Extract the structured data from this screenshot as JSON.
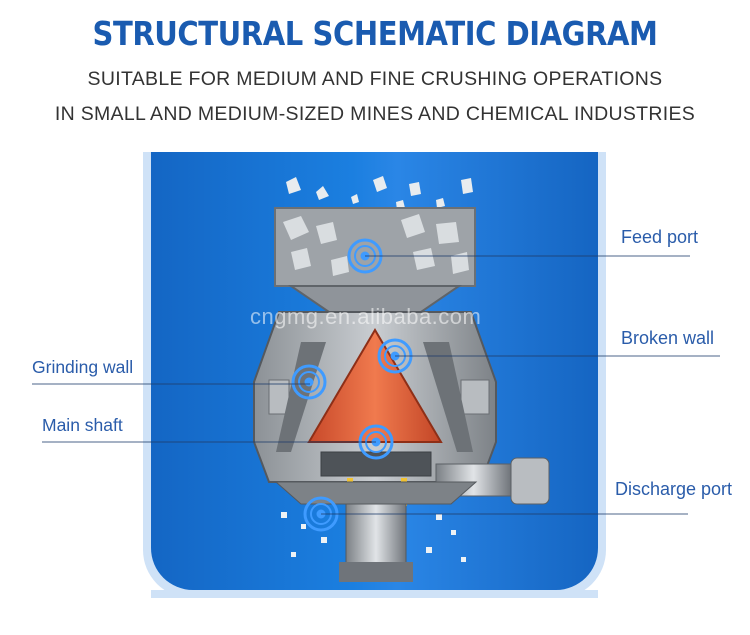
{
  "header": {
    "title": "STRUCTURAL SCHEMATIC DIAGRAM",
    "subtitle_line1": "SUITABLE FOR MEDIUM AND FINE CRUSHING OPERATIONS",
    "subtitle_line2": "IN SMALL AND MEDIUM-SIZED MINES AND CHEMICAL INDUSTRIES"
  },
  "watermark": "cngmg.en.alibaba.com",
  "labels": {
    "feed_port": "Feed port",
    "broken_wall": "Broken wall",
    "grinding_wall": "Grinding wall",
    "main_shaft": "Main shaft",
    "discharge_port": "Discharge port"
  },
  "colors": {
    "title": "#1a5bb0",
    "label": "#2a5caa",
    "panel": "#1b7fe0",
    "mantle": "#e4613a",
    "hotspot": "#3f9bff"
  },
  "icons": [
    "hotspot-icon"
  ]
}
